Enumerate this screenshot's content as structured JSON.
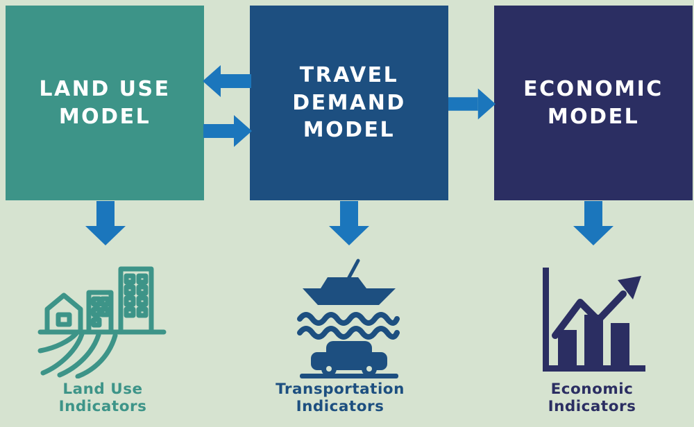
{
  "colors": {
    "background": "#d6e3d0",
    "teal": "#3d9488",
    "blue": "#1d4f80",
    "navy": "#2b2e62",
    "arrow": "#1b76bc",
    "box_text": "#ffffff"
  },
  "boxes": [
    {
      "name": "land-use-model",
      "label": "LAND USE MODEL",
      "lines": [
        "LAND USE",
        "MODEL"
      ]
    },
    {
      "name": "travel-demand-model",
      "label": "TRAVEL DEMAND MODEL",
      "lines": [
        "TRAVEL",
        "DEMAND",
        "MODEL"
      ]
    },
    {
      "name": "economic-model",
      "label": "ECONOMIC MODEL",
      "lines": [
        "ECONOMIC",
        "MODEL"
      ]
    }
  ],
  "arrows": [
    {
      "name": "travel-to-land-use-arrow",
      "direction": "left"
    },
    {
      "name": "land-use-to-travel-arrow",
      "direction": "right"
    },
    {
      "name": "travel-to-economic-arrow",
      "direction": "right"
    },
    {
      "name": "land-use-down-arrow",
      "direction": "down"
    },
    {
      "name": "travel-down-arrow",
      "direction": "down"
    },
    {
      "name": "economic-down-arrow",
      "direction": "down"
    }
  ],
  "indicators": [
    {
      "icon": "land-use-icon",
      "label": "Land Use Indicators",
      "lines": [
        "Land Use",
        "Indicators"
      ]
    },
    {
      "icon": "transportation-icon",
      "label": "Transportation Indicators",
      "lines": [
        "Transportation",
        "Indicators"
      ]
    },
    {
      "icon": "economic-icon",
      "label": "Economic Indicators",
      "lines": [
        "Economic",
        "Indicators"
      ]
    }
  ]
}
